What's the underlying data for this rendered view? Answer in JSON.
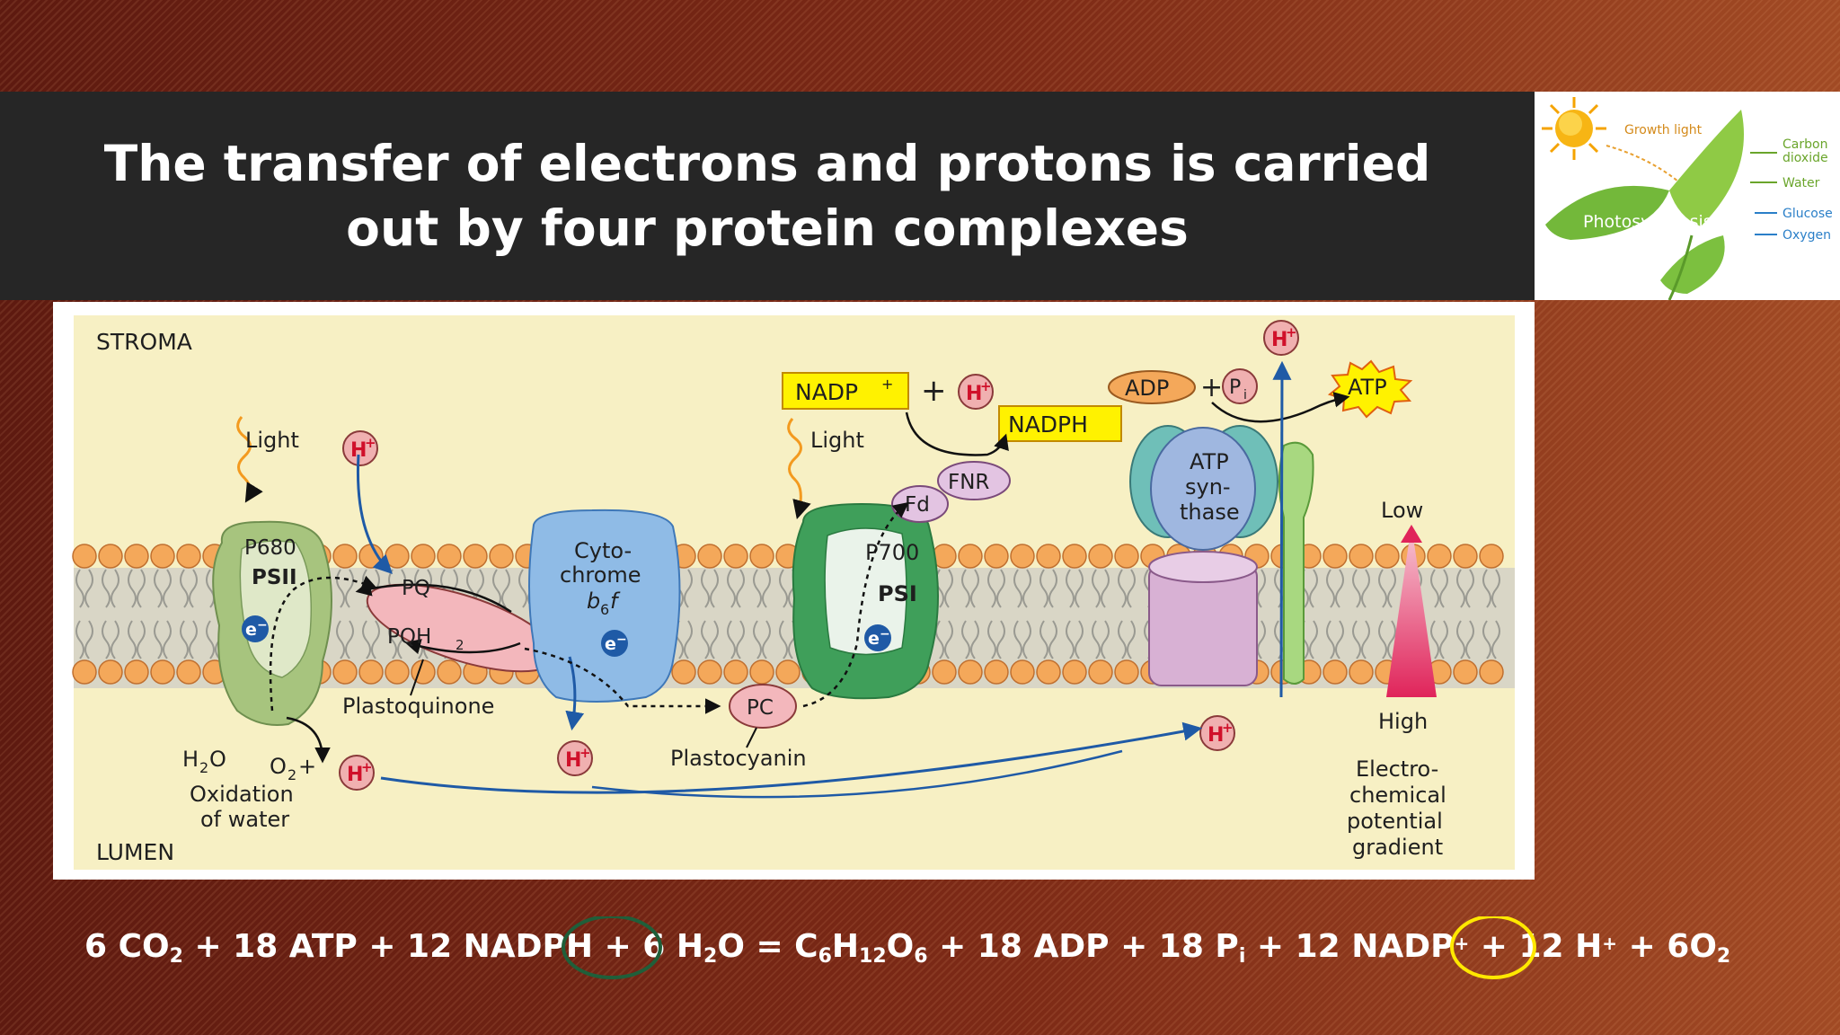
{
  "slide": {
    "title": "The transfer of electrons and protons is carried out by four protein complexes"
  },
  "thumbnail": {
    "labels": {
      "growth_light": "Growth light",
      "carbon_dioxide_1": "Carbon",
      "carbon_dioxide_2": "dioxide",
      "water": "Water",
      "glucose": "Glucose",
      "oxygen": "Oxygen",
      "photosynthesis": "Photosynthesis"
    }
  },
  "diagram": {
    "stroma": "STROMA",
    "lumen": "LUMEN",
    "light_1": "Light",
    "light_2": "Light",
    "h_plus": "H",
    "plus_sign": "+",
    "e_minus": "e",
    "p680": "P680",
    "psii": "PSII",
    "pq": "PQ",
    "pqh2": "PQH",
    "pqh2_sub": "2",
    "plastoquinone": "Plastoquinone",
    "cytochrome_1": "Cyto-",
    "cytochrome_2": "chrome",
    "cytochrome_3": "b",
    "cytochrome_3_sub": "6",
    "cytochrome_3_suffix": "f",
    "pc": "PC",
    "plastocyanin": "Plastocyanin",
    "p700": "P700",
    "psi": "PSI",
    "fd": "Fd",
    "fnr": "FNR",
    "nadp_plus": "NADP",
    "nadph": "NADPH",
    "adp": "ADP",
    "pi": "P",
    "pi_sub": "i",
    "atp": "ATP",
    "atp_synthase_1": "ATP",
    "atp_synthase_2": "syn-",
    "atp_synthase_3": "thase",
    "h2o_h": "H",
    "h2o_sub": "2",
    "h2o_o": "O",
    "o2_o": "O",
    "o2_sub": "2",
    "oxidation_1": "Oxidation",
    "oxidation_2": "of water",
    "low": "Low",
    "high": "High",
    "gradient_1": "Electro-",
    "gradient_2": "chemical",
    "gradient_3": "potential",
    "gradient_4": "gradient"
  },
  "equation": {
    "t1": "6 CO",
    "s1": "2",
    "t2": " + 18 ATP + 12 NADPH + ",
    "t3": "6 H",
    "s3": "2",
    "t4": "O",
    "t5": " =  C",
    "s5": "6",
    "t6": "H",
    "s6": "12",
    "t7": "O",
    "s7": "6",
    "t8": " + 18 ADP + 18 P",
    "s8": "i",
    "t9": " + 12 NADP",
    "p9": "+",
    "t10": " + 12 H",
    "p10": "+",
    "t11": " + ",
    "t12": "6O",
    "s12": "2"
  },
  "colors": {
    "title_bar": "#262626",
    "diagram_bg": "#f7f0c4",
    "membrane_head": "#f4a85a",
    "psii": "#a7c47e",
    "cytochrome": "#8fbbe6",
    "psi": "#3f9f5a",
    "atp_synthase_head": "#9fb7e0",
    "atp_synthase_stalk": "#d8b1d4",
    "h_plus_ball": "#f0b0b0",
    "gradient": "#e0245a",
    "highlight_green": "#1f5f3a",
    "highlight_yellow": "#ffe800"
  }
}
